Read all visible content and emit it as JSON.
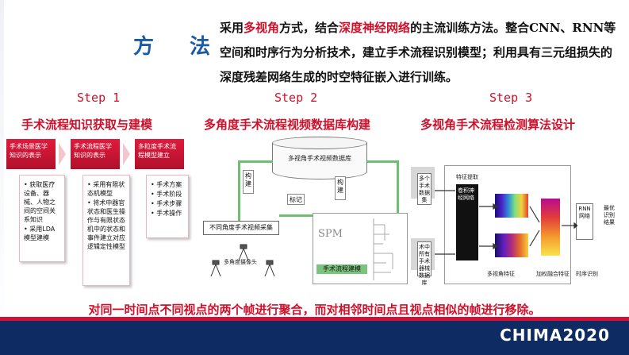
{
  "title": "方 法",
  "intro": {
    "p1": "采用",
    "hl1": "多视角",
    "p2": "方式，结合",
    "hl2": "深度神经网络",
    "p3": "的主流训练方法。整合CNN、RNN等空间和时序行为分析技术，建立手术流程识别模型；利用具有三元组损失的深度残差网络生成的时空特征嵌入进行训练。"
  },
  "steps": [
    {
      "label": "Step 1",
      "title": "手术流程知识获取与建模"
    },
    {
      "label": "Step 2",
      "title": "多角度手术流程视频数据库构建"
    },
    {
      "label": "Step 3",
      "title": "多视角手术流程检测算法设计"
    }
  ],
  "step1": {
    "box1": "手术场景医学知识的表示",
    "box2": "手术流程医学知识的表示",
    "box3": "多粒度手术流程模型建立",
    "list1": [
      "获取医疗设备、器械、人物之间的空间关系知识",
      "采用LDA模型建模"
    ],
    "list2": [
      "采用有限状态机模型",
      "将术中器官状态和医生操作与有限状态机中的状态和事件建立对应逻辑定性模型"
    ],
    "list3": [
      "手术方案",
      "手术阶段",
      "手术步骤",
      "手术操作"
    ]
  },
  "step2": {
    "db": "多视角手术视频数据库",
    "build_left": "构建",
    "build_right": "构建",
    "tag": "标记",
    "collect": "不同角度手术视频采集",
    "cameras": "多角度摄像头",
    "spm": "SPM",
    "spm_bar": "手术流程建模"
  },
  "step3": {
    "in1": "多个手术数据集",
    "in2": "术中所有手术器械数据库",
    "feat_extract": "特征提取",
    "net": "卷积神经网络",
    "multi_feat": "多视角特征",
    "weighted": "加权融合特征",
    "rnn": "RNN网络",
    "phase": "时序识别",
    "output": "最优识别结果"
  },
  "footer_note": "对同一时间点不同视点的两个帧进行聚合，而对相邻时间点且视点相似的帧进行移除。",
  "logo": "CHIMA2020"
}
